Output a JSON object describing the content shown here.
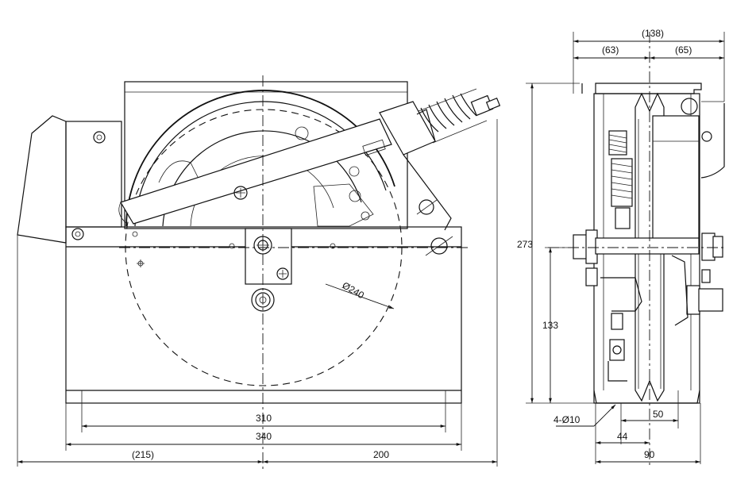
{
  "dimensions": {
    "front_310": "310",
    "front_340": "340",
    "front_215": "(215)",
    "front_200": "200",
    "diameter_240": "Ø240",
    "side_138": "(138)",
    "side_63": "(63)",
    "side_65": "(65)",
    "side_273": "273",
    "side_133": "133",
    "side_holes": "4-Ø10",
    "side_50": "50",
    "side_44": "44",
    "side_90": "90"
  }
}
